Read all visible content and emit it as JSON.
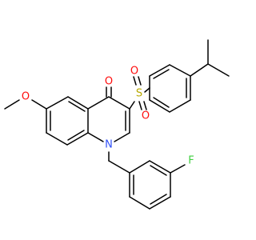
{
  "molecule": {
    "atoms": {
      "o_carbonyl": {
        "symbol": "O",
        "color": "#ff0d0d"
      },
      "o_methoxy": {
        "symbol": "O",
        "color": "#ff0d0d"
      },
      "sulfur": {
        "symbol": "S",
        "color": "#b8a800"
      },
      "o_sulfonyl_1": {
        "symbol": "O",
        "color": "#ff0d0d"
      },
      "o_sulfonyl_2": {
        "symbol": "O",
        "color": "#ff0d0d"
      },
      "nitrogen": {
        "symbol": "N",
        "color": "#3050f8"
      },
      "fluorine": {
        "symbol": "F",
        "color": "#3fcf3f"
      }
    }
  }
}
